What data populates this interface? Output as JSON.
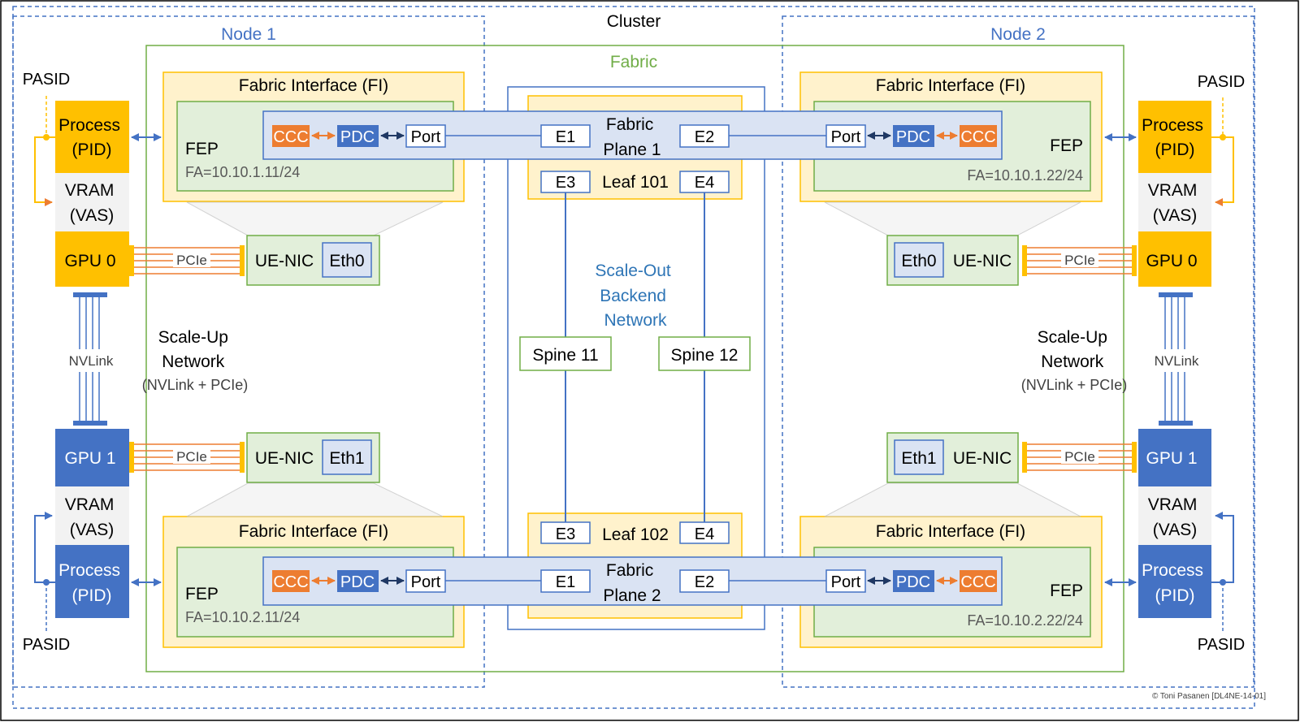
{
  "cluster": {
    "title": "Cluster"
  },
  "fabric": {
    "title": "Fabric"
  },
  "node1": {
    "title": "Node 1",
    "pasid": "PASID",
    "gpu0": {
      "process": [
        "Process",
        "(PID)"
      ],
      "vram": [
        "VRAM",
        "(VAS)"
      ],
      "gpu": "GPU 0",
      "pcie": "PCIe",
      "nic": "UE-NIC",
      "eth": "Eth0"
    },
    "gpu1": {
      "process": [
        "Process",
        "(PID)"
      ],
      "vram": [
        "VRAM",
        "(VAS)"
      ],
      "gpu": "GPU 1",
      "pcie": "PCIe",
      "nic": "UE-NIC",
      "eth": "Eth1"
    },
    "nvlink": "NVLink",
    "scaleup": [
      "Scale-Up",
      "Network",
      "(NVLink + PCIe)"
    ],
    "fi_top": {
      "title": "Fabric Interface (FI)",
      "fep": "FEP",
      "fa": "FA=10.10.1.11/24",
      "ccc": "CCC",
      "pdc": "PDC",
      "port": "Port"
    },
    "fi_bottom": {
      "title": "Fabric Interface (FI)",
      "fep": "FEP",
      "fa": "FA=10.10.2.11/24",
      "ccc": "CCC",
      "pdc": "PDC",
      "port": "Port"
    }
  },
  "node2": {
    "title": "Node 2",
    "pasid": "PASID",
    "gpu0": {
      "process": [
        "Process",
        "(PID)"
      ],
      "vram": [
        "VRAM",
        "(VAS)"
      ],
      "gpu": "GPU 0",
      "pcie": "PCIe",
      "nic": "UE-NIC",
      "eth": "Eth0"
    },
    "gpu1": {
      "process": [
        "Process",
        "(PID)"
      ],
      "vram": [
        "VRAM",
        "(VAS)"
      ],
      "gpu": "GPU 1",
      "pcie": "PCIe",
      "nic": "UE-NIC",
      "eth": "Eth1"
    },
    "nvlink": "NVLink",
    "scaleup": [
      "Scale-Up",
      "Network",
      "(NVLink + PCIe)"
    ],
    "fi_top": {
      "title": "Fabric Interface (FI)",
      "fep": "FEP",
      "fa": "FA=10.10.1.22/24",
      "ccc": "CCC",
      "pdc": "PDC",
      "port": "Port"
    },
    "fi_bottom": {
      "title": "Fabric Interface (FI)",
      "fep": "FEP",
      "fa": "FA=10.10.2.22/24",
      "ccc": "CCC",
      "pdc": "PDC",
      "port": "Port"
    }
  },
  "plane1": {
    "label": [
      "Fabric",
      "Plane 1"
    ],
    "e1": "E1",
    "e2": "E2"
  },
  "plane2": {
    "label": [
      "Fabric",
      "Plane 2"
    ],
    "e1": "E1",
    "e2": "E2"
  },
  "leaf101": {
    "label": "Leaf 101",
    "e3": "E3",
    "e4": "E4"
  },
  "leaf102": {
    "label": "Leaf 102",
    "e3": "E3",
    "e4": "E4"
  },
  "spine11": "Spine 11",
  "spine12": "Spine 12",
  "scaleout": [
    "Scale-Out",
    "Backend",
    "Network"
  ],
  "copyright": "© Toni Pasanen [DL4NE-14-01]",
  "colors": {
    "node_border": "#4472c4",
    "fabric_border": "#70ad47",
    "fabric_text": "#70ad47",
    "fi_fill": "#fff2cc",
    "fi_border": "#ffc000",
    "fep_fill": "#e2efda",
    "fep_border": "#70ad47",
    "plane_fill": "#dae3f3",
    "plane_border": "#4472c4",
    "gpu_gold": "#ffc000",
    "gpu_blue": "#4472c4",
    "vram_fill": "#f2f2f2",
    "ccc": "#ed7d31",
    "pdc": "#4472c4",
    "pcie_line": "#ed7d31"
  }
}
